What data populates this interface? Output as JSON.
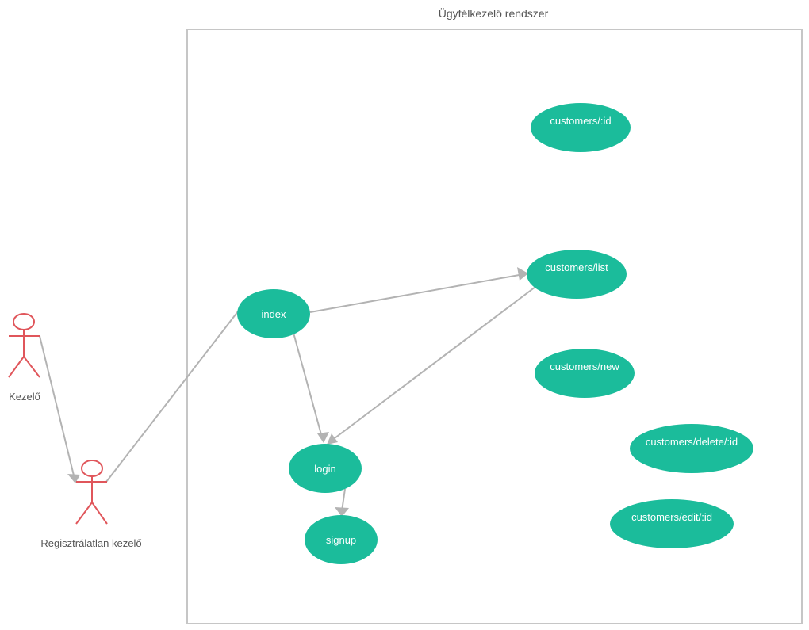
{
  "system": {
    "title": "Ügyfélkezelő rendszer"
  },
  "actors": [
    {
      "id": "kezelo",
      "label": "Kezelő"
    },
    {
      "id": "regisztralatlan",
      "label": "Regisztrálatlan kezelő"
    }
  ],
  "use_cases": [
    {
      "id": "customers-id",
      "label": "customers/:id"
    },
    {
      "id": "customers-list",
      "label": "customers/list"
    },
    {
      "id": "index",
      "label": "index"
    },
    {
      "id": "customers-new",
      "label": "customers/new"
    },
    {
      "id": "customers-delete-id",
      "label": "customers/delete/:id"
    },
    {
      "id": "login",
      "label": "login"
    },
    {
      "id": "customers-edit-id",
      "label": "customers/edit/:id"
    },
    {
      "id": "signup",
      "label": "signup"
    }
  ],
  "connections": [
    {
      "from": "kezelo",
      "to": "regisztralatlan",
      "arrow": true
    },
    {
      "from": "regisztralatlan",
      "to": "index",
      "arrow": false
    },
    {
      "from": "index",
      "to": "customers-list",
      "arrow": true
    },
    {
      "from": "index",
      "to": "login",
      "arrow": true
    },
    {
      "from": "customers-list",
      "to": "login",
      "arrow": true
    },
    {
      "from": "login",
      "to": "signup",
      "arrow": true
    }
  ],
  "colors": {
    "use_case_fill": "#1bbc9b",
    "use_case_text": "#ffffff",
    "actor_stroke": "#e0565b",
    "connector": "#b3b3b3",
    "boundary": "#c6c6c6",
    "text": "#555555"
  }
}
